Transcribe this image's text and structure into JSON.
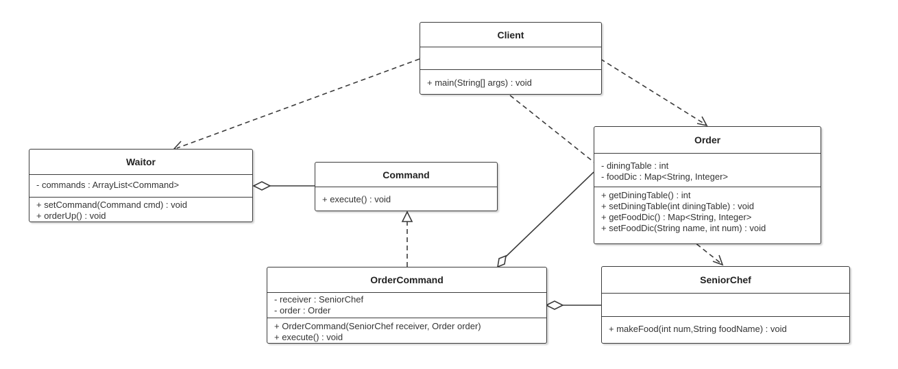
{
  "classes": {
    "client": {
      "name": "Client",
      "attributes": [],
      "methods": [
        "+ main(String[] args) : void"
      ]
    },
    "waitor": {
      "name": "Waitor",
      "attributes": [
        "- commands :  ArrayList<Command>"
      ],
      "methods": [
        "+ setCommand(Command cmd) : void",
        "+ orderUp() : void"
      ]
    },
    "command": {
      "name": "Command",
      "attributes": [],
      "methods": [
        "+ execute() : void"
      ]
    },
    "order": {
      "name": "Order",
      "attributes": [
        "- diningTable : int",
        "- foodDic :   Map<String, Integer>"
      ],
      "methods": [
        "+ getDiningTable() : int",
        "+ setDiningTable(int diningTable) : void",
        "+ getFoodDic() : Map<String, Integer>",
        "+ setFoodDic(String name, int num) : void"
      ]
    },
    "order_command": {
      "name": "OrderCommand",
      "attributes": [
        "- receiver : SeniorChef",
        "- order : Order"
      ],
      "methods": [
        "+ OrderCommand(SeniorChef receiver, Order order)",
        "+ execute() : void"
      ]
    },
    "senior_chef": {
      "name": "SeniorChef",
      "attributes": [],
      "methods": [
        "+ makeFood(int num,String foodName) : void"
      ]
    }
  },
  "relations": [
    {
      "type": "dependency",
      "from": "Client",
      "to": "Waitor"
    },
    {
      "type": "dependency",
      "from": "Client",
      "to": "Order"
    },
    {
      "type": "dependency",
      "from": "Client",
      "to": "SeniorChef"
    },
    {
      "type": "aggregation",
      "whole": "Waitor",
      "part": "Command"
    },
    {
      "type": "realization",
      "from": "OrderCommand",
      "to": "Command"
    },
    {
      "type": "aggregation",
      "whole": "OrderCommand",
      "part": "Order"
    },
    {
      "type": "aggregation",
      "whole": "OrderCommand",
      "part": "SeniorChef"
    }
  ],
  "colors": {
    "line": "#3a3a3a",
    "text": "#333333",
    "fill": "#ffffff"
  }
}
